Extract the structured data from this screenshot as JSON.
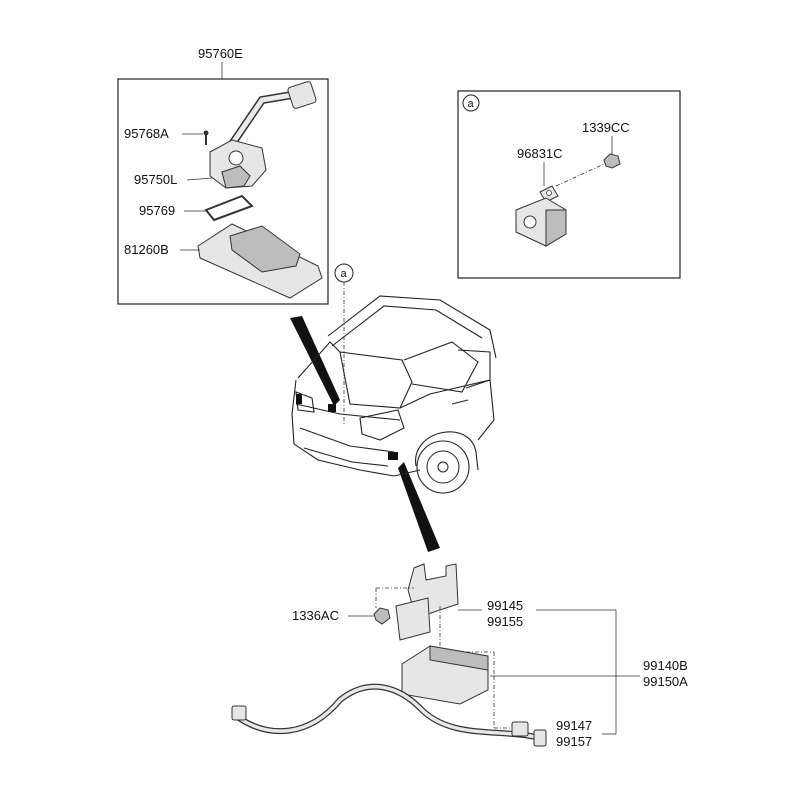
{
  "labels": {
    "assy_95760E": "95760E",
    "part_95768A": "95768A",
    "part_95750L": "95750L",
    "part_95769": "95769",
    "part_81260B": "81260B",
    "callout_box": "a",
    "callout_car": "a",
    "part_1339CC": "1339CC",
    "part_96831C": "96831C",
    "part_1336AC": "1336AC",
    "part_99145": "99145",
    "part_99155": "99155",
    "part_99140B": "99140B",
    "part_99150A": "99150A",
    "part_99147": "99147",
    "part_99157": "99157"
  }
}
